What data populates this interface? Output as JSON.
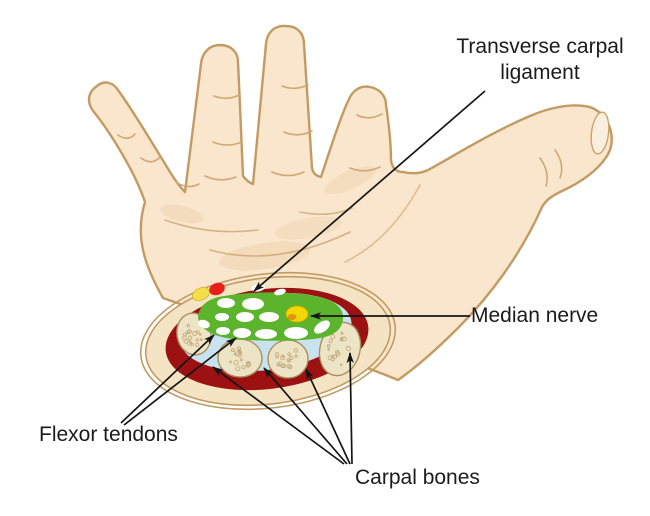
{
  "diagram": {
    "subject": "Cross-section of the wrist through the carpal tunnel on an open palm",
    "labels": {
      "transverse_carpal_ligament": "Transverse carpal ligament",
      "median_nerve": "Median nerve",
      "flexor_tendons": "Flexor tendons",
      "carpal_bones": "Carpal bones"
    },
    "annotations": [
      {
        "label": "Transverse carpal ligament",
        "arrow_count": 1
      },
      {
        "label": "Median nerve",
        "arrow_count": 1
      },
      {
        "label": "Flexor tendons",
        "arrow_count": 2
      },
      {
        "label": "Carpal bones",
        "arrow_count": 4
      }
    ],
    "colors": {
      "skin": "#F9E6CD",
      "skin_outline": "#C29B63",
      "section_skin": "#F5E4C4",
      "ligament_green": "#5CB32C",
      "muscle_red": "#9C1212",
      "synovial_blue": "#C9E2EF",
      "bone_fill": "#EDE4C6",
      "bone_outline": "#A98F5E",
      "nerve_yellow": "#F2D704",
      "nerve_spot_orange": "#E0920E",
      "artery_red": "#E62019",
      "vessel_yellow": "#F2DF4C",
      "tendon_white": "#FFFFFF",
      "leader_line": "#151515"
    }
  }
}
